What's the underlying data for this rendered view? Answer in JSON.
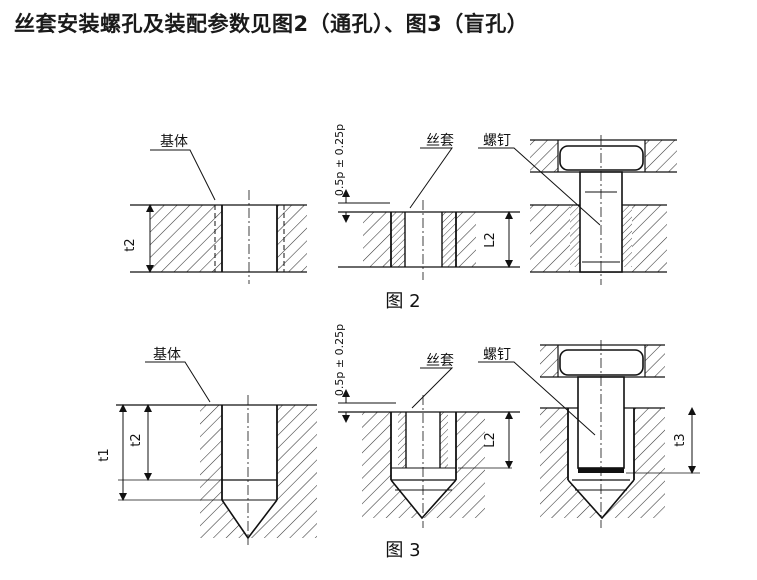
{
  "title": "丝套安装螺孔及装配参数见图2（通孔）、图3（盲孔）",
  "labels": {
    "base": "基体",
    "insert": "丝套",
    "screw": "螺钉",
    "t1": "t1",
    "t2": "t2",
    "t3": "t3",
    "L2": "L2",
    "tolerance": "0.5p ± 0.25p",
    "fig2": "图 2",
    "fig3": "图 3"
  }
}
